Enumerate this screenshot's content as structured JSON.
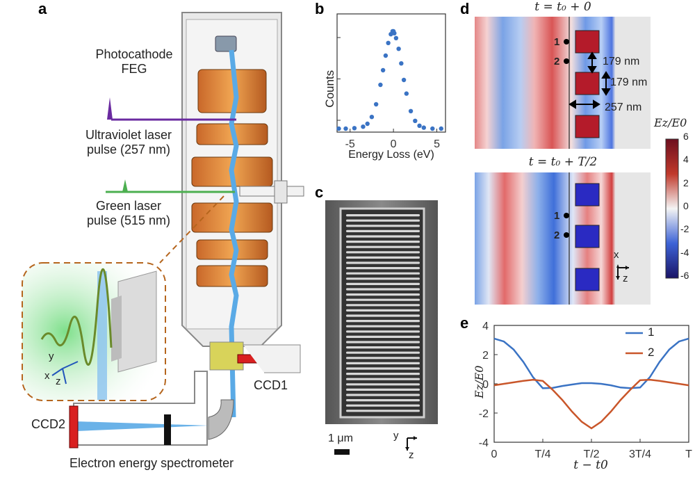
{
  "panels": {
    "a": "a",
    "b": "b",
    "c": "c",
    "d": "d",
    "e": "e"
  },
  "panel_a": {
    "photocathode_line1": "Photocathode",
    "photocathode_line2": "FEG",
    "uv_line1": "Ultraviolet laser",
    "uv_line2": "pulse (257 nm)",
    "green_line1": "Green laser",
    "green_line2": "pulse (515 nm)",
    "ccd1": "CCD1",
    "ccd2": "CCD2",
    "spectrometer": "Electron energy spectrometer",
    "axis_y": "y",
    "axis_x": "x",
    "axis_z": "z"
  },
  "panel_b": {
    "xlabel": "Energy Loss (eV)",
    "ylabel": "Counts",
    "xticks": [
      "-5",
      "0",
      "5"
    ]
  },
  "panel_c": {
    "scale": "1 μm",
    "axis_y": "y",
    "axis_z": "z"
  },
  "panel_d": {
    "title_top": "t = t₀ + 0",
    "title_bottom": "t = t₀ + T/2",
    "dim1": "179 nm",
    "dim2": "179 nm",
    "dim3": "257 nm",
    "marker1": "1",
    "marker2": "2",
    "colorbar_label": "Ez/E0",
    "colorbar_ticks": [
      "6",
      "4",
      "2",
      "0",
      "-2",
      "-4",
      "-6"
    ],
    "axis_x": "x",
    "axis_z": "z",
    "colors": {
      "neg": "#3b3bb8",
      "zero": "#f2f2f2",
      "pos": "#b81c2e"
    }
  },
  "chart_data": [
    {
      "type": "line",
      "panel": "b",
      "title": "",
      "xlabel": "Energy Loss (eV)",
      "ylabel": "Counts",
      "xlim": [
        -6.5,
        6
      ],
      "xticks": [
        -5,
        0,
        5
      ],
      "series": [
        {
          "name": "",
          "color": "#3a73c4",
          "x": [
            -6.3,
            -5.5,
            -4.5,
            -3.5,
            -3.0,
            -2.5,
            -2.0,
            -1.5,
            -1.2,
            -0.9,
            -0.6,
            -0.3,
            -0.1,
            0.0,
            0.1,
            0.3,
            0.6,
            0.9,
            1.2,
            1.5,
            2.0,
            2.5,
            3.0,
            3.5,
            4.5,
            5.5
          ],
          "y": [
            0.0,
            0.0,
            0.005,
            0.02,
            0.05,
            0.12,
            0.25,
            0.45,
            0.6,
            0.75,
            0.88,
            0.97,
            1.0,
            1.0,
            0.98,
            0.93,
            0.82,
            0.67,
            0.5,
            0.36,
            0.18,
            0.08,
            0.03,
            0.01,
            0.0,
            0.0
          ]
        }
      ]
    },
    {
      "type": "line",
      "panel": "e",
      "title": "",
      "xlabel": "t − t0",
      "ylabel": "Ez/E0",
      "xticks": [
        "0",
        "T/4",
        "T/2",
        "3T/4",
        "T"
      ],
      "yticks": [
        4,
        2,
        0,
        -2,
        -4
      ],
      "ylim": [
        -4,
        4
      ],
      "legend_position": "top-right",
      "x": [
        0,
        0.05,
        0.1,
        0.15,
        0.2,
        0.25,
        0.3,
        0.35,
        0.4,
        0.45,
        0.5,
        0.55,
        0.6,
        0.65,
        0.7,
        0.75,
        0.8,
        0.85,
        0.9,
        0.95,
        1.0
      ],
      "series": [
        {
          "name": "1",
          "color": "#3a73c4",
          "values": [
            3.1,
            2.9,
            2.35,
            1.5,
            0.45,
            -0.3,
            -0.28,
            -0.15,
            -0.05,
            0.05,
            0.05,
            0.0,
            -0.1,
            -0.25,
            -0.3,
            -0.25,
            0.45,
            1.5,
            2.35,
            2.9,
            3.1
          ]
        },
        {
          "name": "2",
          "color": "#c9562a",
          "values": [
            -0.1,
            0.0,
            0.1,
            0.2,
            0.28,
            0.2,
            -0.4,
            -1.1,
            -1.9,
            -2.6,
            -3.05,
            -2.6,
            -1.9,
            -1.1,
            -0.4,
            0.25,
            0.28,
            0.2,
            0.1,
            0.0,
            -0.1
          ]
        }
      ]
    }
  ]
}
